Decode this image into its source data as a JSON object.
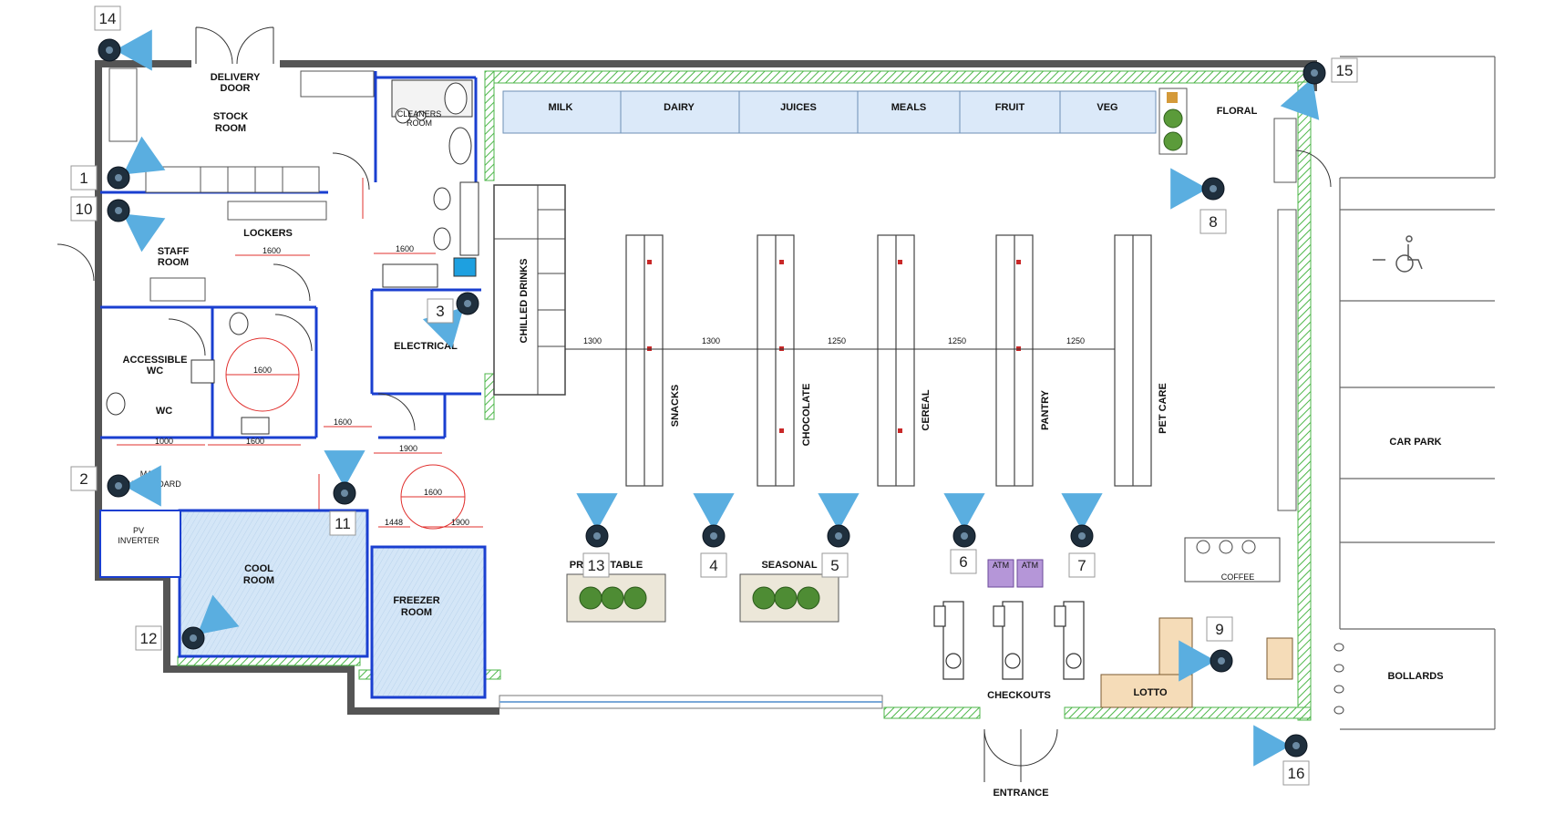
{
  "rooms": {
    "delivery_door": [
      "DELIVERY",
      "DOOR"
    ],
    "stock_room": [
      "STOCK",
      "ROOM"
    ],
    "lockers": "LOCKERS",
    "staff_room": [
      "STAFF",
      "ROOM"
    ],
    "accessible_wc": [
      "ACCESSIBLE",
      "WC"
    ],
    "wc": "WC",
    "electrical": "ELECTRICAL",
    "cleaners_room": [
      "CLEANERS",
      "ROOM"
    ],
    "main_switchboard": [
      "MAIN",
      "SWITCHBOARD"
    ],
    "pv_inverter": [
      "PV",
      "INVERTER"
    ],
    "cool_room": [
      "COOL",
      "ROOM"
    ],
    "freezer_room": [
      "FREEZER",
      "ROOM"
    ],
    "chilled_drinks": "CHILLED DRINKS",
    "floral": "FLORAL",
    "coffee": "COFFEE",
    "lotto": "LOTTO",
    "checkouts": "CHECKOUTS",
    "entrance": "ENTRANCE",
    "car_park": "CAR PARK",
    "bollards": "BOLLARDS",
    "promo_table": "PROMO TABLE",
    "seasonal": "SEASONAL",
    "atm": "ATM"
  },
  "fridge_sections": [
    "MILK",
    "DAIRY",
    "JUICES",
    "MEALS",
    "FRUIT",
    "VEG"
  ],
  "aisles": [
    "SNACKS",
    "CHOCOLATE",
    "CEREAL",
    "PANTRY",
    "PET CARE"
  ],
  "aisle_widths": [
    "1300",
    "1300",
    "1250",
    "1250",
    "1250"
  ],
  "dimensions": {
    "d1600": "1600",
    "d1900": "1900",
    "d1448": "1448",
    "d1000": "1000"
  },
  "cameras": [
    "1",
    "2",
    "3",
    "4",
    "5",
    "6",
    "7",
    "8",
    "9",
    "10",
    "11",
    "12",
    "13",
    "14",
    "15",
    "16"
  ],
  "colors": {
    "wall": "#555555",
    "partition": "#1a3fd0",
    "green_wall": "#4cb648",
    "cool_fill": "#d4e6f7",
    "camera_fov": "#5aaee0",
    "camera_body": "#1f2f3d",
    "dimension_red": "#e0302e"
  }
}
